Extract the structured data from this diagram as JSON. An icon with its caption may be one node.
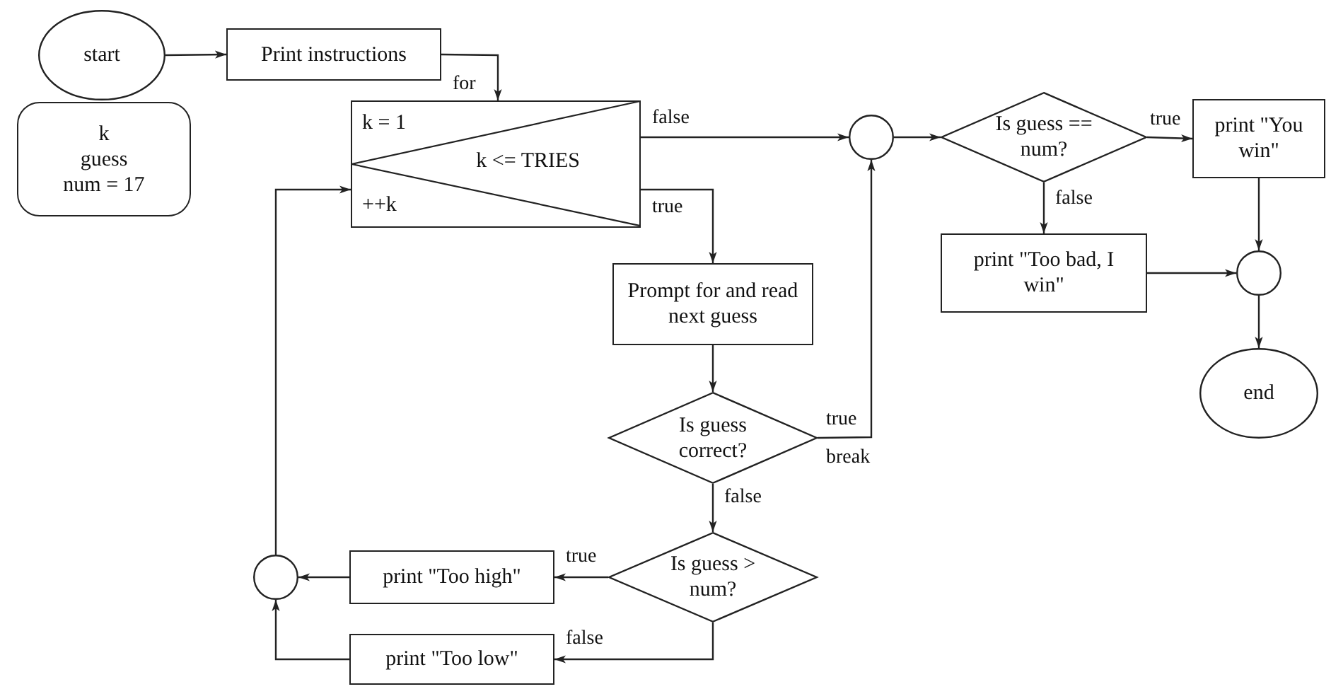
{
  "diagram": {
    "nodes": [
      {
        "text": [
          "start"
        ]
      },
      {
        "text": [
          "k",
          "guess",
          "num = 17"
        ]
      },
      {
        "text": [
          "Print instructions"
        ]
      },
      {
        "text": [
          "k = 1",
          "k <= TRIES",
          "++k"
        ]
      },
      {
        "text": [],
        "shape": "circle"
      },
      {
        "text": [
          "Is guess == num?"
        ]
      },
      {
        "text": [
          "print \"You win\""
        ]
      },
      {
        "text": [
          "print \"Too bad, I win\""
        ]
      },
      {
        "text": [],
        "shape": "circle"
      },
      {
        "text": [
          "end"
        ]
      },
      {
        "text": [
          "Prompt for and read next guess"
        ]
      },
      {
        "text": [
          "Is guess correct?"
        ]
      },
      {
        "text": [
          "Is guess > num?"
        ]
      },
      {
        "text": [
          "print \"Too high\""
        ]
      },
      {
        "text": [
          "print \"Too low\""
        ]
      },
      {
        "text": [],
        "shape": "circle"
      }
    ],
    "edges": [
      {
        "from": 0,
        "to": 2,
        "arrow": "to"
      },
      {
        "from": 2,
        "to": 3,
        "arrow": "to",
        "label": "for"
      },
      {
        "from": 3,
        "to": 4,
        "arrow": "to",
        "label": "false"
      },
      {
        "from": 3,
        "to": 10,
        "arrow": "to",
        "label": "true"
      },
      {
        "from": 10,
        "to": 11,
        "arrow": "to"
      },
      {
        "from": 11,
        "to": 4,
        "arrow": "to",
        "label": "true"
      },
      {
        "from": 11,
        "to": 12,
        "arrow": "to",
        "label": "false"
      },
      {
        "from": 12,
        "to": 13,
        "arrow": "to",
        "label": "true"
      },
      {
        "from": 12,
        "to": 14,
        "arrow": "to",
        "label": "false"
      },
      {
        "from": 13,
        "to": 15,
        "arrow": "to"
      },
      {
        "from": 14,
        "to": 15,
        "arrow": "to"
      },
      {
        "from": 15,
        "to": 3,
        "arrow": "to"
      },
      {
        "from": 4,
        "to": 5,
        "arrow": "to"
      },
      {
        "from": 5,
        "to": 6,
        "arrow": "to",
        "label": "true"
      },
      {
        "from": 5,
        "to": 7,
        "arrow": "to",
        "label": "false"
      },
      {
        "from": 6,
        "to": 8,
        "arrow": "to"
      },
      {
        "from": 7,
        "to": 8,
        "arrow": "to"
      },
      {
        "from": 8,
        "to": 9,
        "arrow": "to"
      }
    ],
    "labels": [
      "break"
    ]
  }
}
